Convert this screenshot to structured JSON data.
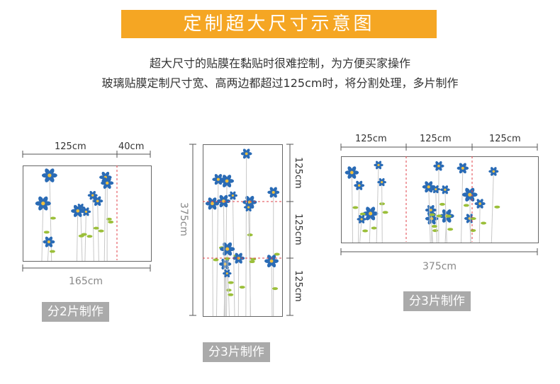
{
  "title": "定制超大尺寸示意图",
  "desc": {
    "line1": "超大尺寸的贴膜在黏贴时很难控制，为方便买家操作",
    "line2": "玻璃贴膜定制尺寸宽、高两边都超过125cm时，将分割处理，多片制作"
  },
  "ex1": {
    "top1": "125cm",
    "top2": "40cm",
    "bottom": "165cm",
    "badge": "分2片制作"
  },
  "ex2": {
    "left": "375cm",
    "seg1": "125cm",
    "seg2": "125cm",
    "seg3": "125cm",
    "badge": "分3片制作"
  },
  "ex3": {
    "top1": "125cm",
    "top2": "125cm",
    "top3": "125cm",
    "bottom": "375cm",
    "badge": "分3片制作"
  },
  "colors": {
    "banner": "#f5a623",
    "flower": "#2a6bb5",
    "leaf": "#9bbf3a",
    "cut": "#e0404a"
  }
}
